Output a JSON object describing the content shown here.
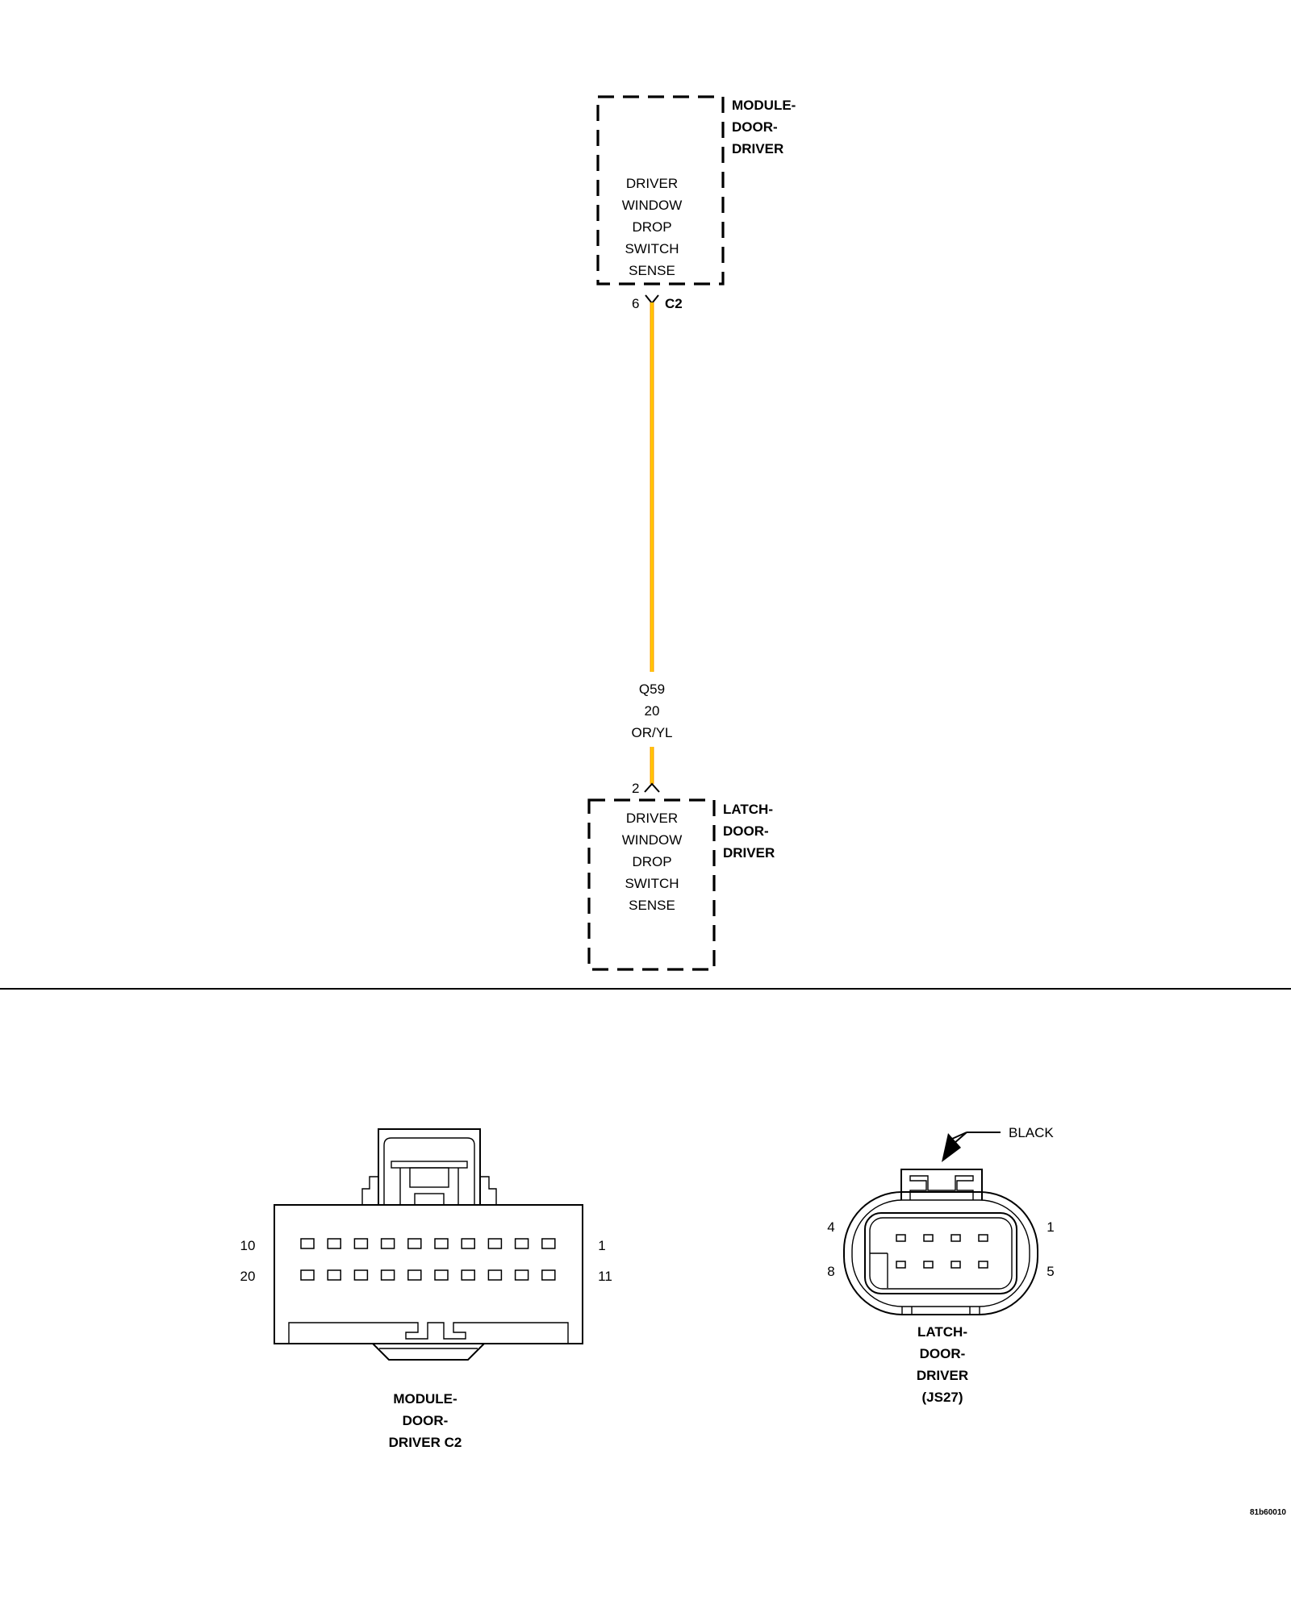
{
  "module": {
    "name_lines": [
      "MODULE-",
      "DOOR-",
      "DRIVER"
    ],
    "function_lines": [
      "DRIVER",
      "WINDOW",
      "DROP",
      "SWITCH",
      "SENSE"
    ],
    "pin": "6",
    "connector": "C2"
  },
  "wire": {
    "circuit": "Q59",
    "gauge": "20",
    "color_code": "OR/YL",
    "color_primary": "#FFA500",
    "color_tracer": "#FFD700"
  },
  "latch": {
    "name_lines": [
      "LATCH-",
      "DOOR-",
      "DRIVER"
    ],
    "function_lines": [
      "DRIVER",
      "WINDOW",
      "DROP",
      "SWITCH",
      "SENSE"
    ],
    "pin": "2"
  },
  "connector_c2": {
    "pin_top_left": "10",
    "pin_top_right": "1",
    "pin_bottom_left": "20",
    "pin_bottom_right": "11",
    "caption_lines": [
      "MODULE-",
      "DOOR-",
      "DRIVER C2"
    ]
  },
  "connector_latch": {
    "housing_color": "BLACK",
    "pin_top_left": "4",
    "pin_top_right": "1",
    "pin_bottom_left": "8",
    "pin_bottom_right": "5",
    "caption_lines": [
      "LATCH-",
      "DOOR-",
      "DRIVER",
      "(JS27)"
    ]
  },
  "figure_id": "81b60010"
}
